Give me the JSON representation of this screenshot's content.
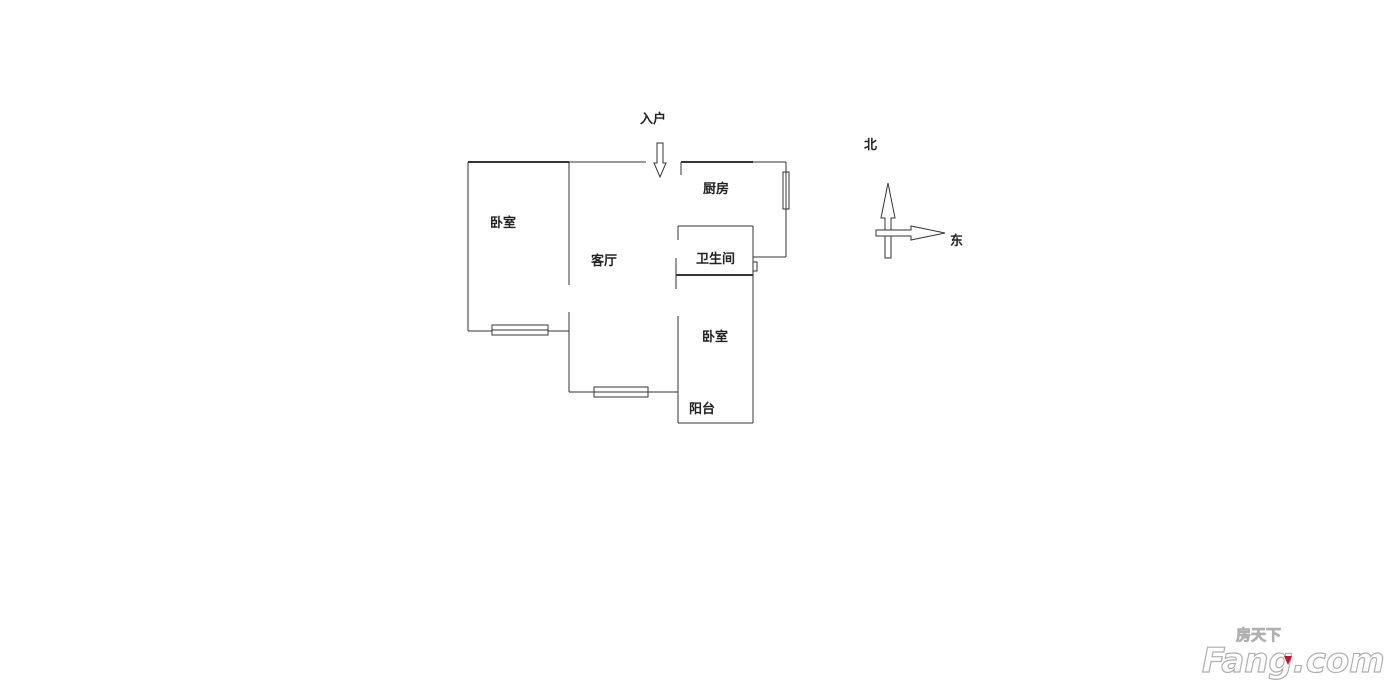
{
  "rooms": {
    "bedroom_west": "卧室",
    "living_room": "客厅",
    "kitchen": "厨房",
    "bathroom": "卫生间",
    "bedroom_east": "卧室",
    "balcony": "阳台"
  },
  "entrance_label": "入户",
  "compass": {
    "north": "北",
    "east": "东"
  },
  "watermark": {
    "brand_cn": "房天下",
    "brand_en": "Fang.com"
  },
  "colors": {
    "wall": "#333333",
    "brand_red": "#c8102e",
    "brand_gray": "#b0b0b0"
  }
}
